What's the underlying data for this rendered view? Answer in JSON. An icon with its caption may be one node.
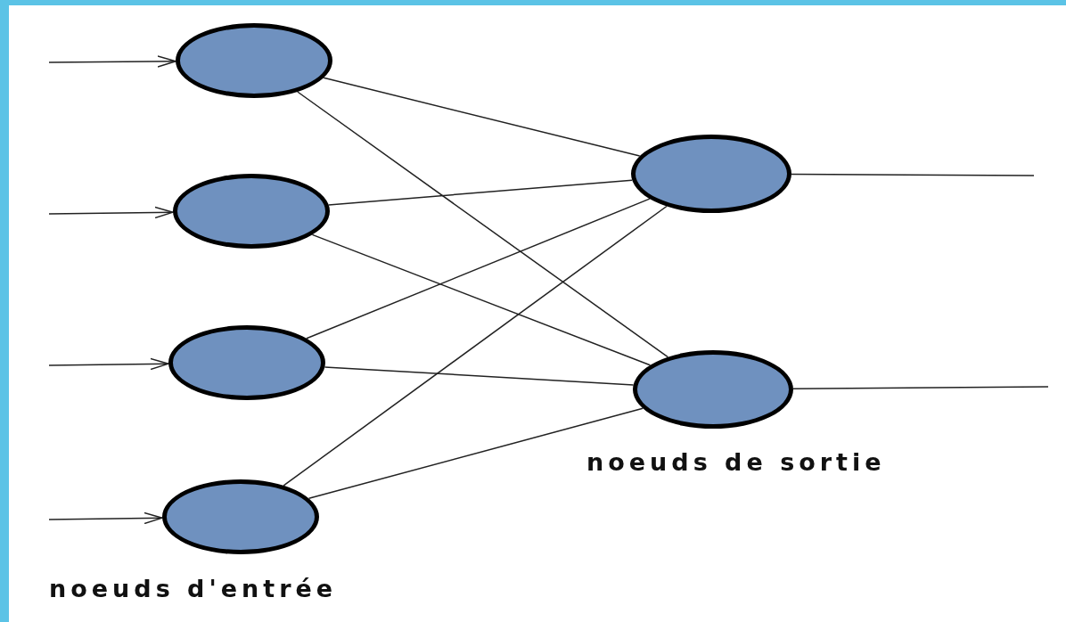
{
  "diagram": {
    "nodes": [
      {
        "text": [],
        "shape": "circle"
      },
      {
        "text": [],
        "shape": "circle"
      },
      {
        "text": [],
        "shape": "circle"
      },
      {
        "text": [],
        "shape": "circle"
      },
      {
        "text": [],
        "shape": "circle"
      },
      {
        "text": [],
        "shape": "circle"
      }
    ],
    "edges": [
      {
        "from": null,
        "to": 0,
        "arrow": "to"
      },
      {
        "from": null,
        "to": 1,
        "arrow": "to"
      },
      {
        "from": null,
        "to": 2,
        "arrow": "to"
      },
      {
        "from": null,
        "to": 3,
        "arrow": "to"
      },
      {
        "from": 0,
        "to": 4,
        "arrow": "none"
      },
      {
        "from": 0,
        "to": 5,
        "arrow": "none"
      },
      {
        "from": 1,
        "to": 4,
        "arrow": "none"
      },
      {
        "from": 1,
        "to": 5,
        "arrow": "none"
      },
      {
        "from": 2,
        "to": 4,
        "arrow": "none"
      },
      {
        "from": 2,
        "to": 5,
        "arrow": "none"
      },
      {
        "from": 3,
        "to": 4,
        "arrow": "none"
      },
      {
        "from": 3,
        "to": 5,
        "arrow": "none"
      },
      {
        "from": 4,
        "to": null,
        "arrow": "none"
      },
      {
        "from": 5,
        "to": null,
        "arrow": "none"
      }
    ],
    "labels": [
      "noeuds d'entrée",
      "noeuds de sortie"
    ]
  }
}
